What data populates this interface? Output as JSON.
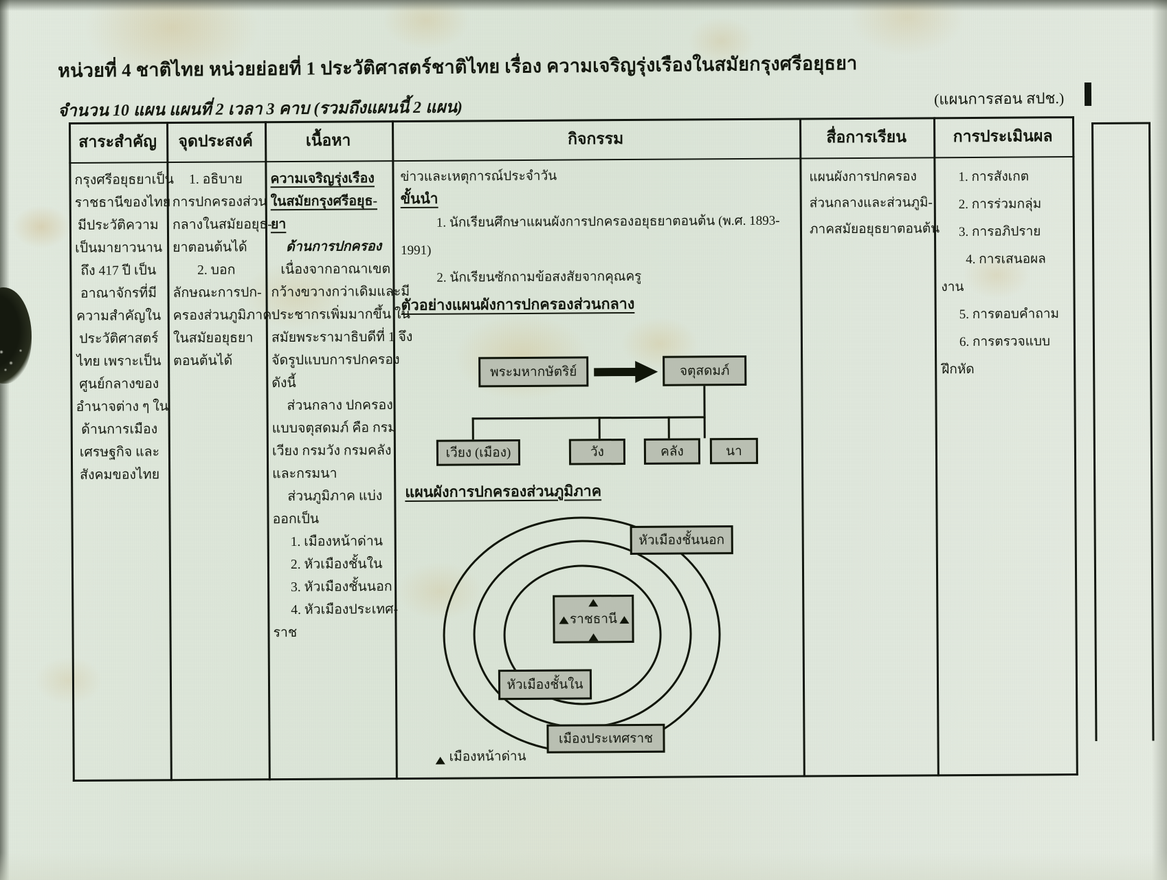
{
  "document": {
    "header_line1": "หน่วยที่ 4 ชาติไทย  หน่วยย่อยที่ 1 ประวัติศาสตร์ชาติไทย  เรื่อง ความเจริญรุ่งเรืองในสมัยกรุงศรีอยุธยา",
    "header_paren": "(แผนการสอน สปช.)",
    "header_line2": "จำนวน 10 แผน แผนที่ 2 เวลา 3 คาบ (รวมถึงแผนนี้ 2 แผน)"
  },
  "table": {
    "columns": [
      {
        "key": "sara",
        "header": "สาระสำคัญ"
      },
      {
        "key": "jud",
        "header": "จุดประสงค์"
      },
      {
        "key": "nuea",
        "header": "เนื้อหา"
      },
      {
        "key": "kit",
        "header": "กิจกรรม"
      },
      {
        "key": "sue",
        "header": "สื่อการเรียน"
      },
      {
        "key": "pramern",
        "header": "การประเมินผล"
      }
    ],
    "col1_lines": [
      "กรุงศรีอยุธยาเป็น",
      "ราชธานีของไทย",
      "มีประวัติความ",
      "เป็นมายาวนาน",
      "ถึง 417 ปี เป็น",
      "อาณาจักรที่มี",
      "ความสำคัญใน",
      "ประวัติศาสตร์",
      "ไทย เพราะเป็น",
      "ศูนย์กลางของ",
      "อำนาจต่าง ๆ ใน",
      "ด้านการเมือง",
      "เศรษฐกิจ  และ",
      "สังคมของไทย"
    ],
    "col2_lines": [
      "1.   อธิบาย",
      "การปกครองส่วน",
      "กลางในสมัยอยุธ-",
      "ยาตอนต้นได้",
      "2.  บอก",
      "ลักษณะการปก-",
      "ครองส่วนภูมิภาค",
      "ในสมัยอยุธยา",
      "ตอนต้นได้"
    ],
    "col3_title_lines": [
      "ความเจริญรุ่งเรือง",
      "ในสมัยกรุงศรีอยุธ-",
      "ยา"
    ],
    "col3_subtitle": "ด้านการปกครอง",
    "col3_lines": [
      "เนื่องจากอาณาเขต",
      "กว้างขวางกว่าเดิมและมี",
      "ประชากรเพิ่มมากขึ้น ใน",
      "สมัยพระรามาธิบดีที่ 1 จึง",
      "จัดรูปแบบการปกครอง",
      "ดังนี้",
      "ส่วนกลาง ปกครอง",
      "แบบจตุสดมภ์ คือ กรม",
      "เวียง กรมวัง กรมคลัง",
      "และกรมนา",
      "ส่วนภูมิภาค  แบ่ง",
      "ออกเป็น"
    ],
    "col3_list": [
      "1.   เมืองหน้าด่าน",
      "2.  หัวเมืองชั้นใน",
      "3.  หัวเมืองชั้นนอก",
      "4.  หัวเมืองประเทศ-"
    ],
    "col3_tail": "ราช",
    "col4_intro": "ข่าวและเหตุการณ์ประจำวัน",
    "col4_step_head": "ขั้นนำ",
    "col4_items": [
      "1.   นักเรียนศึกษาแผนผังการปกครองอยุธยาตอนต้น (พ.ศ. 1893-",
      "1991)",
      "2.  นักเรียนซักถามข้อสงสัยจากคุณครู"
    ],
    "col4_diagram1_title": "ตัวอย่างแผนผังการปกครองส่วนกลาง",
    "col4_diagram2_title": "แผนผังการปกครองส่วนภูมิภาค",
    "col5_lines": [
      "แผนผังการปกครอง",
      "ส่วนกลางและส่วนภูมิ-",
      "ภาคสมัยอยุธยาตอนต้น"
    ],
    "col6_lines": [
      "1.   การสังเกต",
      "2.  การร่วมกลุ่ม",
      "3.  การอภิปราย",
      "4.  การเสนอผล"
    ],
    "col6_tail1": "งาน",
    "col6_lines2": [
      "5.  การตอบคำถาม",
      "6.  การตรวจแบบ"
    ],
    "col6_tail2": "ฝึกหัด"
  },
  "diagram_central": {
    "root": "พระมหากษัตริย์",
    "arrow_to": "จตุสดมภ์",
    "children": [
      "เวียง (เมือง)",
      "วัง",
      "คลัง",
      "นา"
    ]
  },
  "diagram_provincial": {
    "center": "ราชธานี",
    "ring_labels": [
      "หัวเมืองชั้นนอก",
      "หัวเมืองชั้นใน",
      "เมืองประเทศราช"
    ],
    "legend": "▲ เมืองหน้าด่าน",
    "legend_text": "เมืองหน้าด่าน"
  },
  "colors": {
    "paper": "#dfe7d8",
    "ink": "#121710",
    "box_fill": "#b9bfb2"
  }
}
